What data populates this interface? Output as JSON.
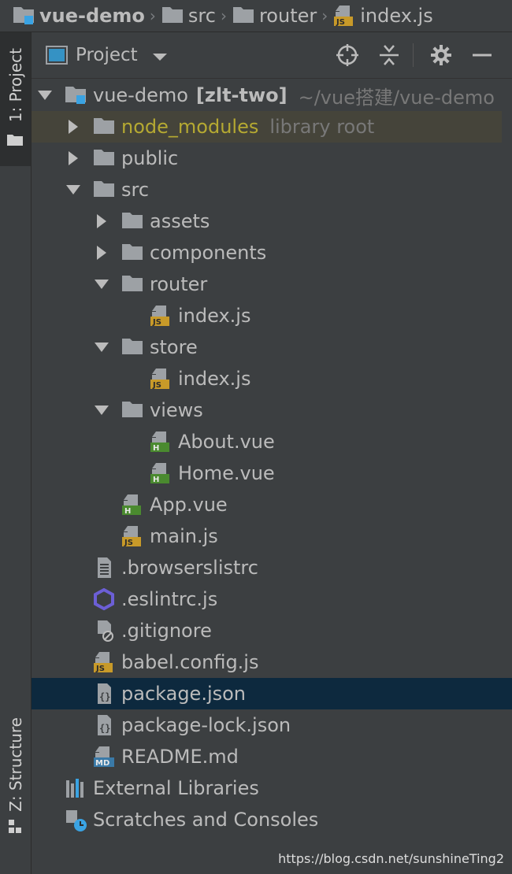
{
  "breadcrumb": [
    {
      "label": "vue-demo",
      "icon": "module-folder-icon",
      "bold": true
    },
    {
      "label": "src",
      "icon": "folder-icon"
    },
    {
      "label": "router",
      "icon": "folder-icon"
    },
    {
      "label": "index.js",
      "icon": "js-file-icon"
    }
  ],
  "side_tabs": {
    "project": "1: Project",
    "structure": "Z: Structure"
  },
  "panel": {
    "title": "Project",
    "buttons": [
      "locate-icon",
      "collapse-all-icon",
      "settings-icon",
      "hide-icon"
    ]
  },
  "tree": [
    {
      "depth": 0,
      "arrow": "down",
      "icon": "module-folder-icon",
      "label": "vue-demo",
      "bold_suffix": "[zlt-two]",
      "hint": "~/vue搭建/vue-demo"
    },
    {
      "depth": 1,
      "arrow": "right",
      "icon": "folder-icon",
      "label": "node_modules",
      "hint": "library root",
      "state": "library"
    },
    {
      "depth": 1,
      "arrow": "right",
      "icon": "folder-icon",
      "label": "public"
    },
    {
      "depth": 1,
      "arrow": "down",
      "icon": "folder-icon",
      "label": "src"
    },
    {
      "depth": 2,
      "arrow": "right",
      "icon": "folder-icon",
      "label": "assets"
    },
    {
      "depth": 2,
      "arrow": "right",
      "icon": "folder-icon",
      "label": "components"
    },
    {
      "depth": 2,
      "arrow": "down",
      "icon": "folder-icon",
      "label": "router"
    },
    {
      "depth": 3,
      "arrow": "none",
      "icon": "js-file-icon",
      "label": "index.js"
    },
    {
      "depth": 2,
      "arrow": "down",
      "icon": "folder-icon",
      "label": "store"
    },
    {
      "depth": 3,
      "arrow": "none",
      "icon": "js-file-icon",
      "label": "index.js"
    },
    {
      "depth": 2,
      "arrow": "down",
      "icon": "folder-icon",
      "label": "views"
    },
    {
      "depth": 3,
      "arrow": "none",
      "icon": "vue-file-icon",
      "label": "About.vue"
    },
    {
      "depth": 3,
      "arrow": "none",
      "icon": "vue-file-icon",
      "label": "Home.vue"
    },
    {
      "depth": 2,
      "arrow": "none",
      "icon": "vue-file-icon",
      "label": "App.vue"
    },
    {
      "depth": 2,
      "arrow": "none",
      "icon": "js-file-icon",
      "label": "main.js"
    },
    {
      "depth": 1,
      "arrow": "none",
      "icon": "text-file-icon",
      "label": ".browserslistrc"
    },
    {
      "depth": 1,
      "arrow": "none",
      "icon": "eslint-icon",
      "label": ".eslintrc.js"
    },
    {
      "depth": 1,
      "arrow": "none",
      "icon": "ignore-file-icon",
      "label": ".gitignore"
    },
    {
      "depth": 1,
      "arrow": "none",
      "icon": "js-file-icon",
      "label": "babel.config.js"
    },
    {
      "depth": 1,
      "arrow": "none",
      "icon": "json-file-icon",
      "label": "package.json",
      "state": "selected"
    },
    {
      "depth": 1,
      "arrow": "none",
      "icon": "json-file-icon",
      "label": "package-lock.json"
    },
    {
      "depth": 1,
      "arrow": "none",
      "icon": "markdown-file-icon",
      "label": "README.md"
    },
    {
      "depth": 0,
      "arrow": "none",
      "icon": "libraries-icon",
      "label": "External Libraries"
    },
    {
      "depth": 0,
      "arrow": "none",
      "icon": "scratches-icon",
      "label": "Scratches and Consoles"
    }
  ],
  "watermark": "https://blog.csdn.net/sunshineTing2",
  "colors": {
    "background": "#3c3f41",
    "selection": "#0d293e",
    "library_row": "#45443a",
    "library_text": "#b5a932",
    "folder": "#9da1a5",
    "js_badge": "#c89a29",
    "vue_badge": "#4a8a2f",
    "eslint": "#6c5fd6"
  }
}
